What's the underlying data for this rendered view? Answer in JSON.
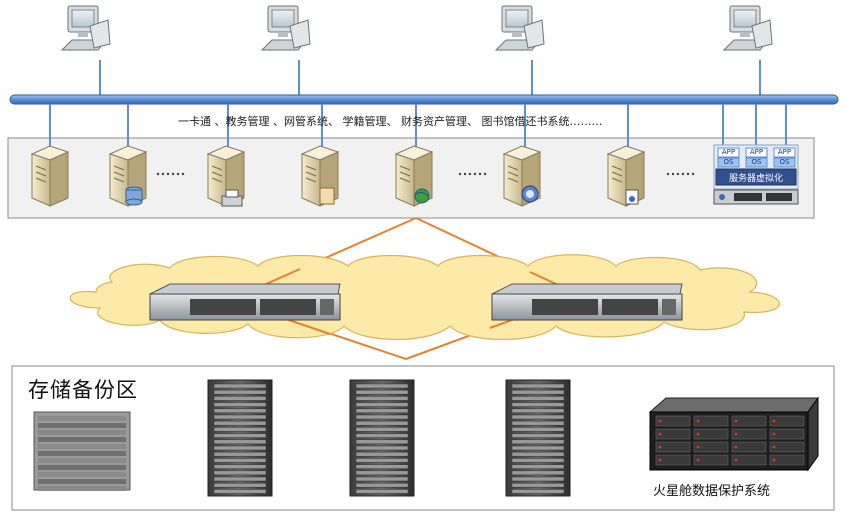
{
  "systems_label": "一卡通 、教务管理 、网管系统、 学籍管理、 财务资产管理、 图书馆借还书系统………",
  "ellipsis": "……",
  "storage_title": "存储备份区",
  "mars_label": "火星舱数据保护系统",
  "virtualization": {
    "label": "服务器虚拟化",
    "app": "APP",
    "os": "OS"
  },
  "colors": {
    "bus": "#5b8fd8",
    "cloud": "#fde9a8",
    "links": "#e4822f",
    "server_beige": "#e9dcb8"
  }
}
